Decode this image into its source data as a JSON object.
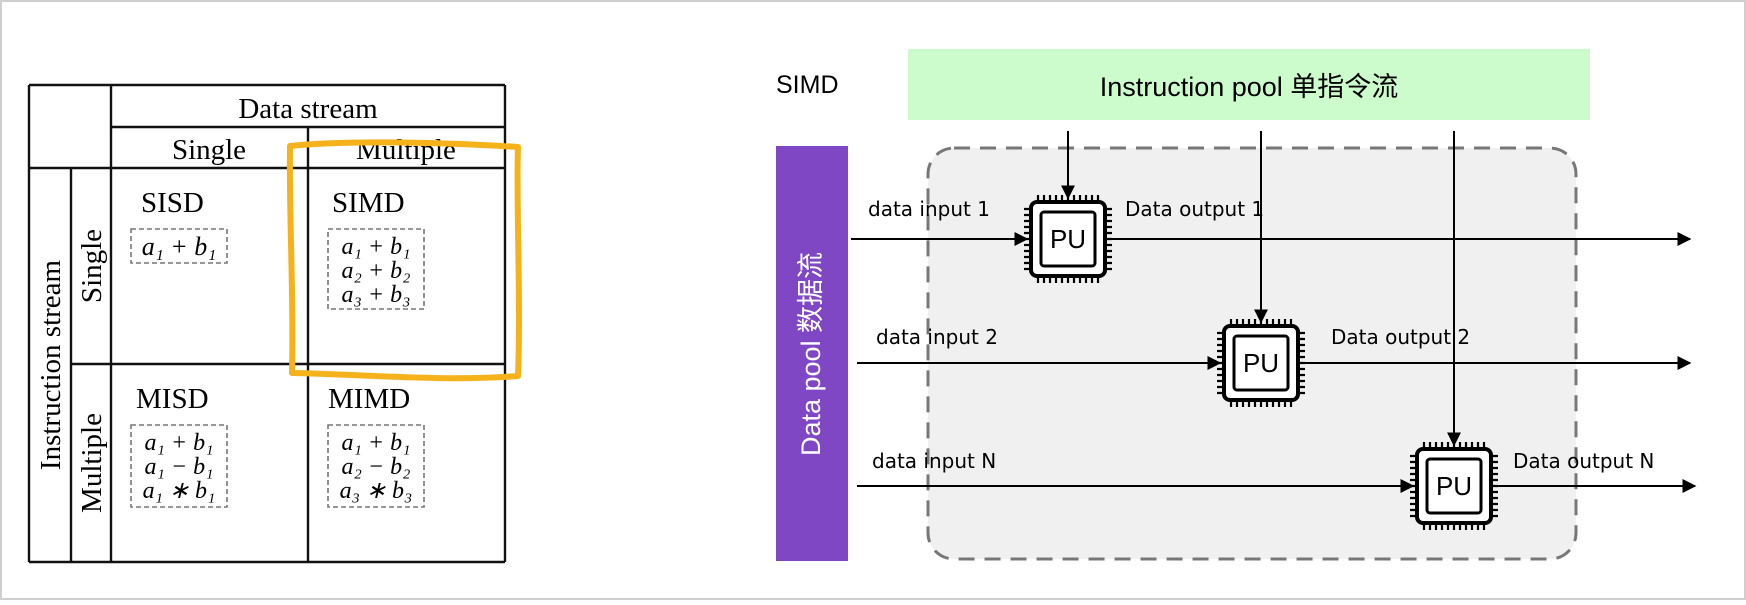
{
  "taxonomy": {
    "col_group": "Data stream",
    "row_group": "Instruction stream",
    "col_single": "Single",
    "col_multiple": "Multiple",
    "row_single": "Single",
    "row_multiple": "Multiple",
    "cells": {
      "sisd": {
        "title": "SISD",
        "ops": [
          "a₁ + b₁"
        ]
      },
      "simd": {
        "title": "SIMD",
        "ops": [
          "a₁ + b₁",
          "a₂ + b₂",
          "a₃ + b₃"
        ]
      },
      "misd": {
        "title": "MISD",
        "ops": [
          "a₁ + b₁",
          "a₁ − b₁",
          "a₁ ∗ b₁"
        ]
      },
      "mimd": {
        "title": "MIMD",
        "ops": [
          "a₁ + b₁",
          "a₂ − b₂",
          "a₃ ∗ b₃"
        ]
      }
    },
    "highlight_color": "#f5b21b"
  },
  "simd": {
    "label": "SIMD",
    "instruction_pool": "Instruction pool 单指令流",
    "data_pool": "Data pool 数据流",
    "pu_label": "PU",
    "inputs": [
      "data input 1",
      "data input 2",
      "data input N"
    ],
    "outputs": [
      "Data output  1",
      "Data output  2",
      "Data output  N"
    ],
    "colors": {
      "instruction_pool": "#ccfccc",
      "data_pool": "#7f47c4",
      "processor_area": "#f0f0f0"
    }
  }
}
